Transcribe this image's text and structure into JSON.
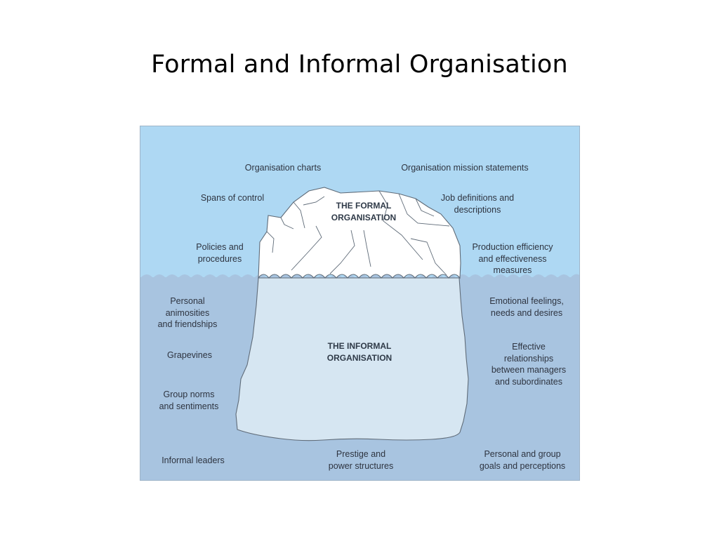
{
  "slide": {
    "title": "Formal and Informal Organisation"
  },
  "diagram": {
    "formal_heading": [
      "THE FORMAL",
      "ORGANISATION"
    ],
    "informal_heading": [
      "THE INFORMAL",
      "ORGANISATION"
    ],
    "formal_left": [
      [
        "Organisation charts"
      ],
      [
        "Spans of control"
      ],
      [
        "Policies and",
        "procedures"
      ]
    ],
    "formal_right": [
      [
        "Organisation mission statements"
      ],
      [
        "Job definitions and",
        "descriptions"
      ],
      [
        "Production efficiency",
        "and effectiveness",
        "measures"
      ]
    ],
    "informal_left": [
      [
        "Personal",
        "animosities",
        "and friendships"
      ],
      [
        "Grapevines"
      ],
      [
        "Group norms",
        "and sentiments"
      ],
      [
        "Informal leaders"
      ]
    ],
    "informal_right": [
      [
        "Emotional feelings,",
        "needs and desires"
      ],
      [
        "Effective",
        "relationships",
        "between managers",
        "and subordinates"
      ],
      [
        "Personal and group",
        "goals and perceptions"
      ]
    ],
    "informal_bottom": [
      [
        "Prestige and",
        "power structures"
      ]
    ],
    "colors": {
      "sky": "#aed8f3",
      "water": "#a8c4e0",
      "iceberg_top": "#ffffff",
      "iceberg_bottom": "#d6e6f2",
      "outline": "#5f6b78"
    }
  }
}
